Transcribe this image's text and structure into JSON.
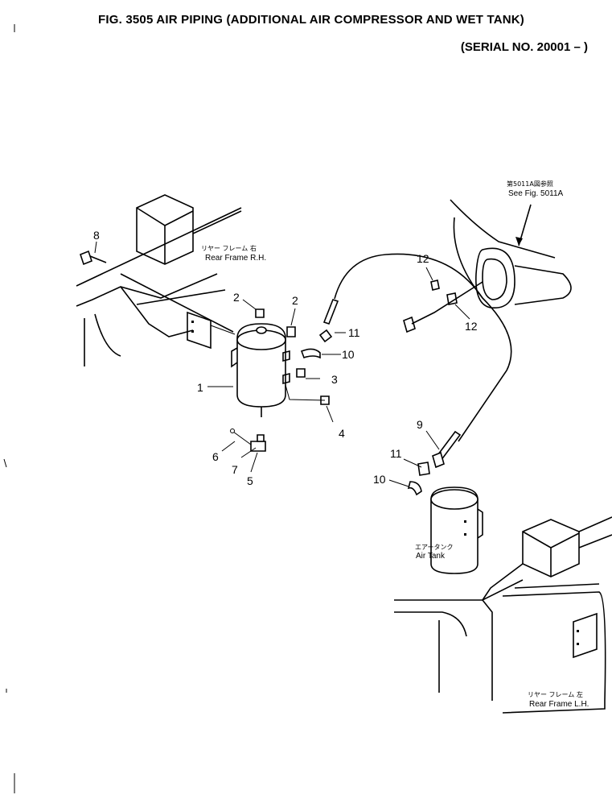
{
  "figure": {
    "title": "FIG. 3505  AIR PIPING (ADDITIONAL AIR COMPRESSOR AND WET TANK)",
    "serial": "(SERIAL NO. 20001 – )"
  },
  "references": {
    "see_fig_jp": "第5011A図参照",
    "see_fig_en": "See Fig. 5011A"
  },
  "frame_labels": {
    "rear_rh_jp": "リヤー フレーム 右",
    "rear_rh_en": "Rear Frame R.H.",
    "rear_lh_jp": "リヤー フレーム 左",
    "rear_lh_en": "Rear Frame L.H.",
    "air_tank_jp": "エアータンク",
    "air_tank_en": "Air Tank"
  },
  "callouts": {
    "c1": "1",
    "c2a": "2",
    "c2b": "2",
    "c3": "3",
    "c4": "4",
    "c5": "5",
    "c6": "6",
    "c7": "7",
    "c8": "8",
    "c9": "9",
    "c10a": "10",
    "c10b": "10",
    "c11a": "11",
    "c11b": "11",
    "c12a": "12",
    "c12b": "12"
  }
}
